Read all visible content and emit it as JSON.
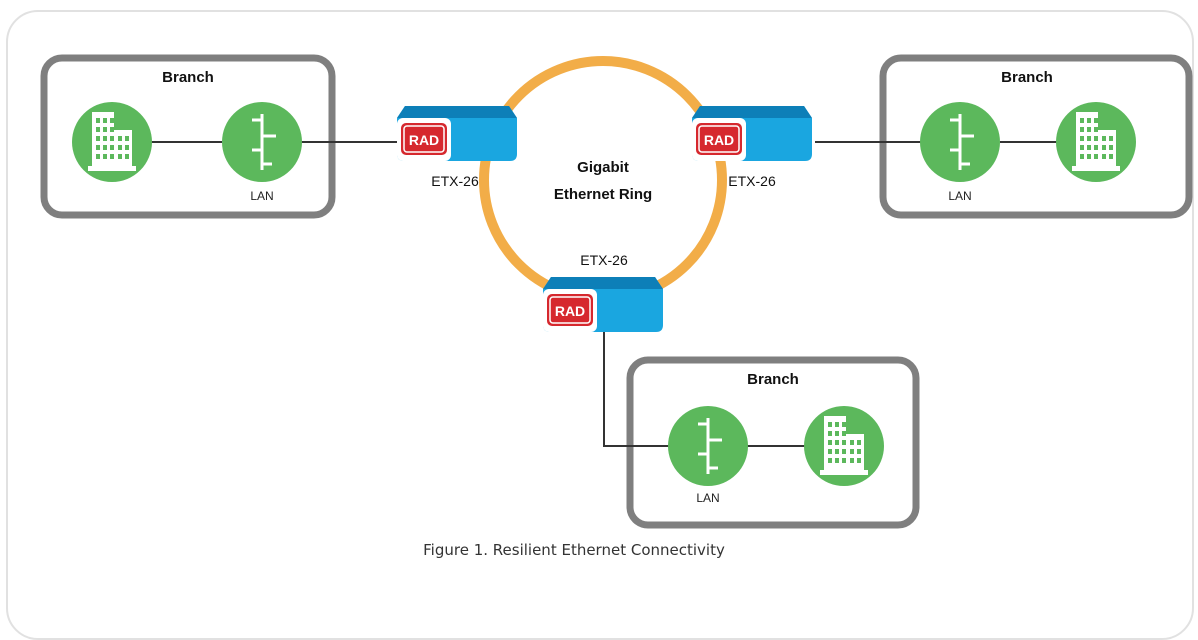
{
  "ring": {
    "label_line1": "Gigabit",
    "label_line2": "Ethernet Ring",
    "color": "#f2ad48"
  },
  "branches": [
    {
      "title": "Branch",
      "lan_label": "LAN"
    },
    {
      "title": "Branch",
      "lan_label": "LAN"
    },
    {
      "title": "Branch",
      "lan_label": "LAN"
    }
  ],
  "devices": [
    {
      "label": "ETX-26",
      "logo": "RAD"
    },
    {
      "label": "ETX-26",
      "logo": "RAD"
    },
    {
      "label": "ETX-26",
      "logo": "RAD"
    }
  ],
  "icons": {
    "building": "building-icon",
    "lan": "lan-switch-icon",
    "device": "etx-26-device-icon"
  },
  "colors": {
    "node_green": "#5cb85c",
    "device_blue": "#1aa6e0",
    "logo_red": "#d6282e",
    "branch_border": "#7f7f7f",
    "ring": "#f2ad48"
  },
  "caption": "Figure 1.  Resilient Ethernet Connectivity"
}
